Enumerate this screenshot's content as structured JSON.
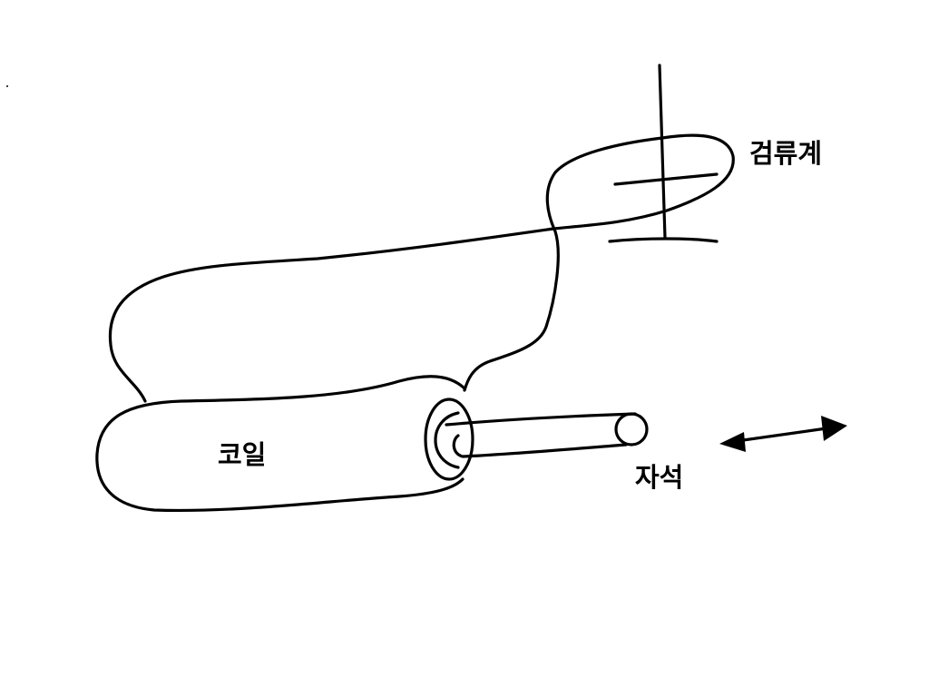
{
  "labels": {
    "galvanometer": "검류계",
    "coil": "코일",
    "magnet": "자석"
  },
  "colors": {
    "ink": "#000000",
    "background": "#ffffff"
  },
  "icons": {
    "motion": "double-headed-arrow-icon"
  }
}
